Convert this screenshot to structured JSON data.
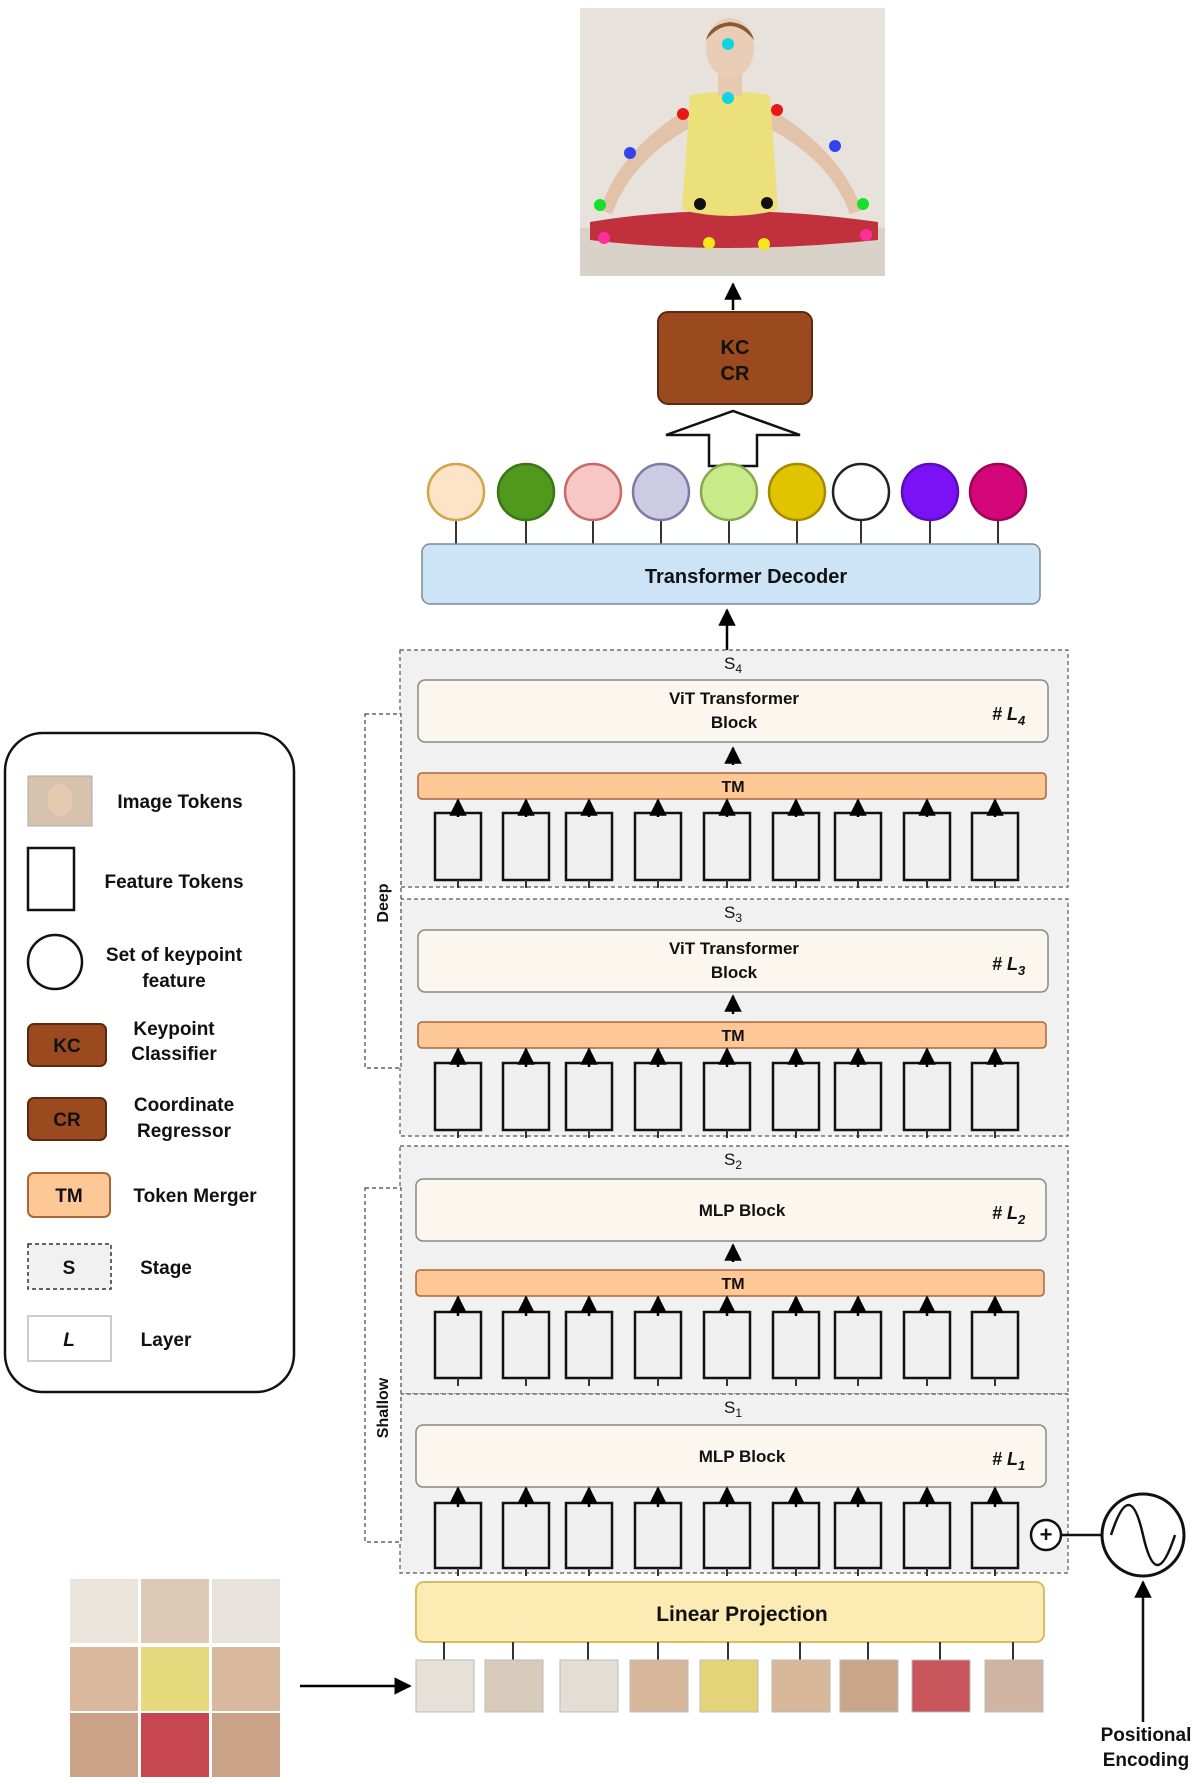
{
  "output": {
    "kc_label": "KC",
    "cr_label": "CR"
  },
  "keypoints": {
    "colors": [
      "#fde3c8",
      "#4f9a1c",
      "#f6c7c4",
      "#cdcbe3",
      "#c9ea89",
      "#e0c400",
      "#ffffff",
      "#7b12f5",
      "#d3077a"
    ],
    "outline_colors": [
      "#d2a448",
      "#3b7614",
      "#c86a66",
      "#7d7aa6",
      "#86a94e",
      "#a58a00",
      "#222222",
      "#5a0db8",
      "#9e0558"
    ]
  },
  "decoder": {
    "label": "Transformer Decoder"
  },
  "stages": [
    {
      "sub_main": "S",
      "sub_index": "4",
      "block_line1": "ViT Transformer",
      "block_line2": "Block",
      "layer_hash": "#",
      "layer_main": "L",
      "layer_index": "4",
      "tm": "TM"
    },
    {
      "sub_main": "S",
      "sub_index": "3",
      "block_line1": "ViT Transformer",
      "block_line2": "Block",
      "layer_hash": "#",
      "layer_main": "L",
      "layer_index": "3",
      "tm": "TM"
    },
    {
      "sub_main": "S",
      "sub_index": "2",
      "block_line1": "MLP Block",
      "block_line2": "",
      "layer_hash": "#",
      "layer_main": "L",
      "layer_index": "2",
      "tm": "TM"
    },
    {
      "sub_main": "S",
      "sub_index": "1",
      "block_line1": "MLP Block",
      "block_line2": "",
      "layer_hash": "#",
      "layer_main": "L",
      "layer_index": "1",
      "tm": ""
    }
  ],
  "groups": {
    "deep": "Deep",
    "shallow": "Shallow"
  },
  "projection": {
    "label": "Linear  Projection"
  },
  "positional": {
    "line1": "Positional",
    "line2": "Encoding",
    "plus": "+"
  },
  "legend": [
    {
      "icon": "image-token",
      "label_line1": "Image Tokens",
      "label_line2": "",
      "badge": ""
    },
    {
      "icon": "feature-token",
      "label_line1": "Feature Tokens",
      "label_line2": "",
      "badge": ""
    },
    {
      "icon": "keypoint-circle",
      "label_line1": "Set of keypoint",
      "label_line2": "feature",
      "badge": ""
    },
    {
      "icon": "kc-badge",
      "label_line1": "Keypoint",
      "label_line2": "Classifier",
      "badge": "KC"
    },
    {
      "icon": "cr-badge",
      "label_line1": "Coordinate",
      "label_line2": "Regressor",
      "badge": "CR"
    },
    {
      "icon": "tm-badge",
      "label_line1": "Token Merger",
      "label_line2": "",
      "badge": "TM"
    },
    {
      "icon": "stage-badge",
      "label_line1": "Stage",
      "label_line2": "",
      "badge": "S"
    },
    {
      "icon": "layer-badge",
      "label_line1": "Layer",
      "label_line2": "",
      "badge": "L"
    }
  ]
}
